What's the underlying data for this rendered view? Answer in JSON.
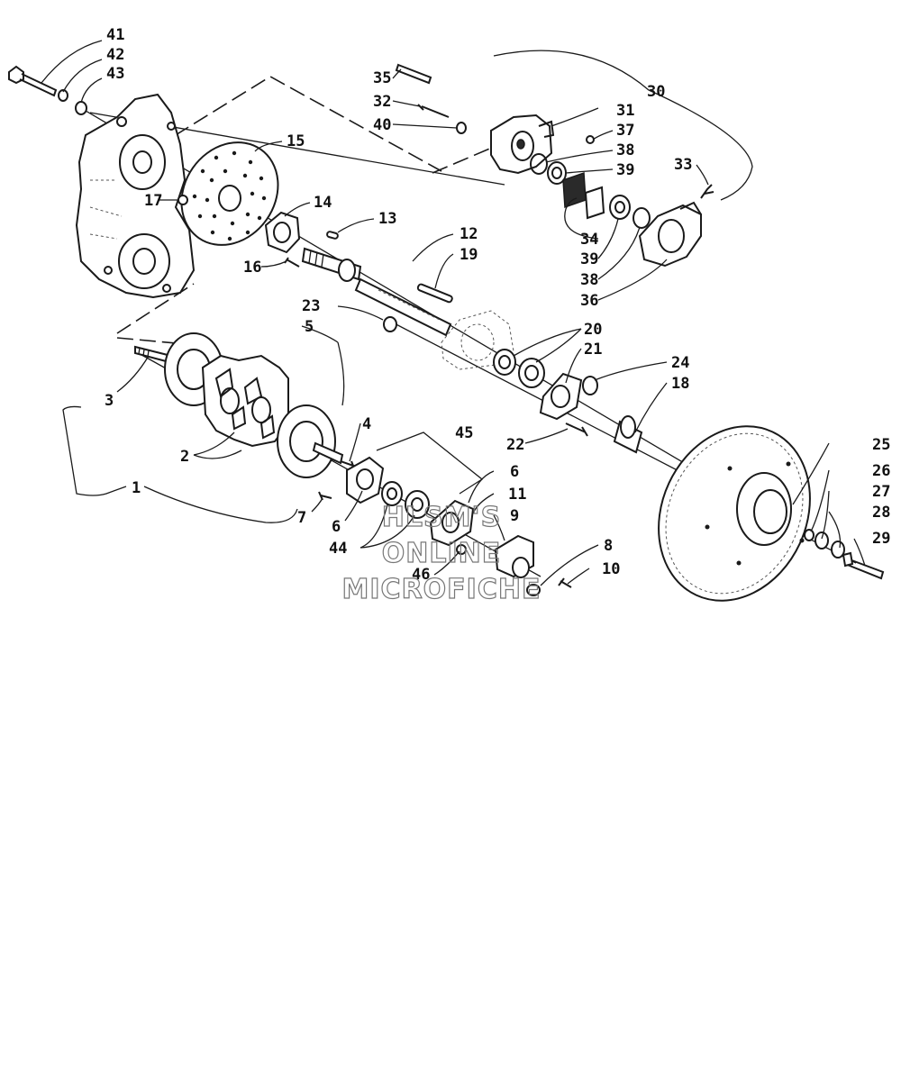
{
  "callouts": [
    "1",
    "2",
    "3",
    "4",
    "5",
    "6",
    "7",
    "8",
    "9",
    "10",
    "11",
    "12",
    "13",
    "14",
    "15",
    "16",
    "17",
    "18",
    "19",
    "20",
    "21",
    "22",
    "23",
    "24",
    "25",
    "26",
    "27",
    "28",
    "29",
    "30",
    "31",
    "32",
    "33",
    "34",
    "35",
    "36",
    "37",
    "38",
    "39",
    "40",
    "41",
    "42",
    "43",
    "44",
    "45",
    "46"
  ],
  "watermark": {
    "line1": "HLSM'S",
    "line2": "ONLINE",
    "line3": "MICROFICHE"
  }
}
